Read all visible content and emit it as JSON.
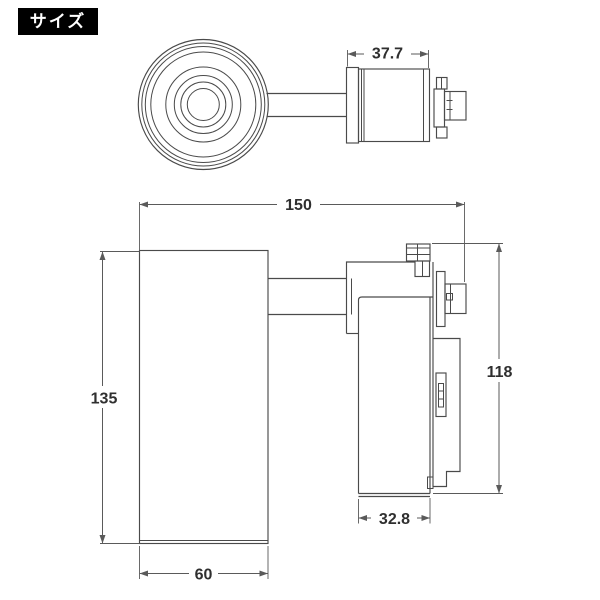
{
  "badge": {
    "label": "サイズ"
  },
  "dimensions": {
    "adapter_width_top": "37.7",
    "overall_length": "150",
    "body_height": "135",
    "adapter_height": "118",
    "adapter_width_bottom": "32.8",
    "body_width": "60"
  },
  "colors": {
    "background": "#ffffff",
    "outline": "#4a4a4a",
    "dimension_line": "#5a5a5a",
    "label_text": "#2f2f2f",
    "badge_bg": "#000000",
    "badge_fg": "#ffffff"
  }
}
